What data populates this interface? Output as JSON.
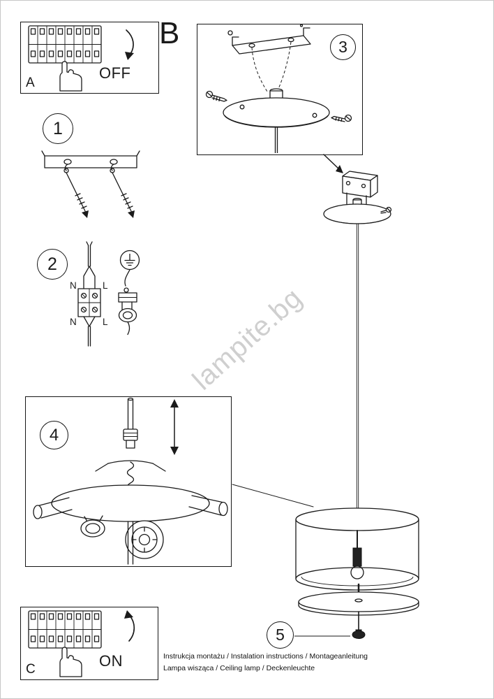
{
  "panels": {
    "a": "A",
    "b": "B",
    "c": "C"
  },
  "steps": {
    "s1": "1",
    "s2": "2",
    "s3": "3",
    "s4": "4",
    "s5": "5"
  },
  "power": {
    "off": "OFF",
    "on": "ON"
  },
  "wiring_labels": {
    "n_top": "N",
    "l_top": "L",
    "n_bottom": "N",
    "l_bottom": "L"
  },
  "watermark": "lampite.bg",
  "footer": {
    "line1": "Instrukcja montażu / Instalation instructions / Montageanleitung",
    "line2": "Lampa wisząca / Ceiling lamp / Deckenleuchte"
  },
  "colors": {
    "line": "#1a1a1a",
    "watermark": "#c7c7c7"
  }
}
